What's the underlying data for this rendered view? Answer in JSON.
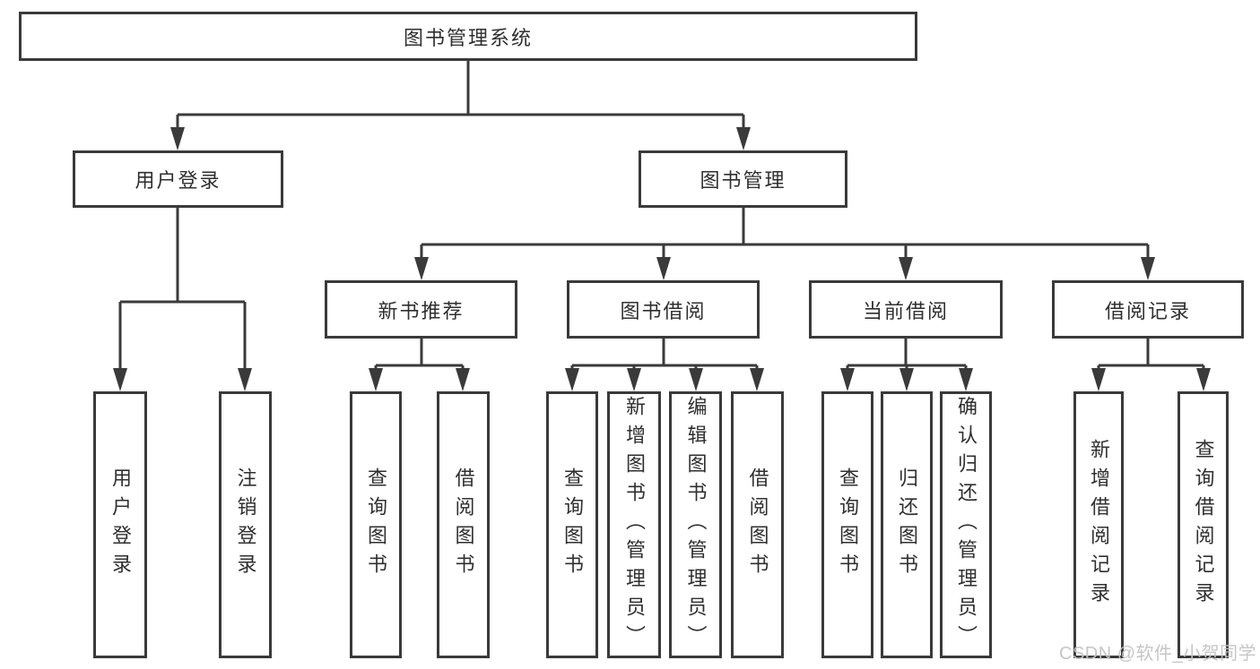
{
  "diagram": {
    "root": {
      "label": "图书管理系统",
      "children": [
        {
          "label": "用户登录",
          "children": [
            {
              "label": "用户登录"
            },
            {
              "label": "注销登录"
            }
          ]
        },
        {
          "label": "图书管理",
          "children": [
            {
              "label": "新书推荐",
              "children": [
                {
                  "label": "查询图书"
                },
                {
                  "label": "借阅图书"
                }
              ]
            },
            {
              "label": "图书借阅",
              "children": [
                {
                  "label": "查询图书"
                },
                {
                  "label": "新增图书（管理员）"
                },
                {
                  "label": "编辑图书（管理员）"
                },
                {
                  "label": "借阅图书"
                }
              ]
            },
            {
              "label": "当前借阅",
              "children": [
                {
                  "label": "查询图书"
                },
                {
                  "label": "归还图书"
                },
                {
                  "label": "确认归还（管理员）"
                }
              ]
            },
            {
              "label": "借阅记录",
              "children": [
                {
                  "label": "新增借阅记录"
                },
                {
                  "label": "查询借阅记录"
                }
              ]
            }
          ]
        }
      ]
    },
    "watermark": "CSDN @软件_小贺同学",
    "colors": {
      "line": "#3a3a3a",
      "text": "#2f2f2f",
      "watermark": "#c3c3c3",
      "background": "#ffffff"
    }
  }
}
